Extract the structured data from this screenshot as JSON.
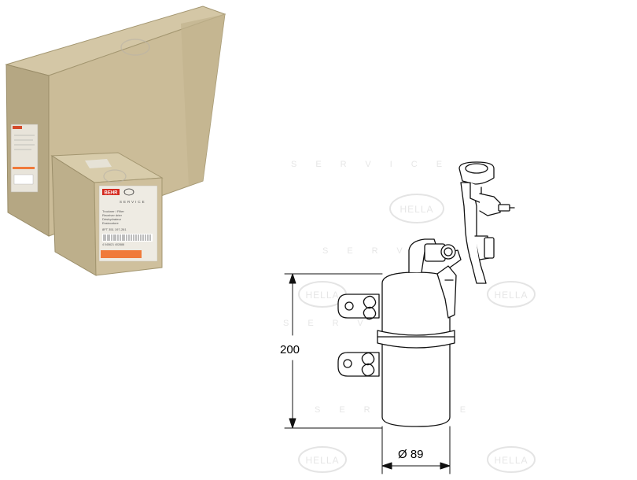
{
  "product": {
    "brand": "BEHR",
    "brand_sub": "SERVICE",
    "partner_logo": "HELLA",
    "box_lines": [
      "Trockner / Filter",
      "Receiver drier",
      "Déshydrateur",
      "Essiccatore"
    ],
    "box_code": "8FT 351 197-261",
    "barcode_number": "4 045621 402888"
  },
  "drawing": {
    "height_label": "200",
    "diameter_label": "Ø 89"
  },
  "watermark": {
    "logo": "HELLA",
    "line": "SERVICE"
  },
  "colors": {
    "box_side": "#bcae8c",
    "box_front": "#cfc09d",
    "box_top": "#d8ccad",
    "label_orange": "#f07a3a",
    "drawing_stroke": "#111111"
  }
}
